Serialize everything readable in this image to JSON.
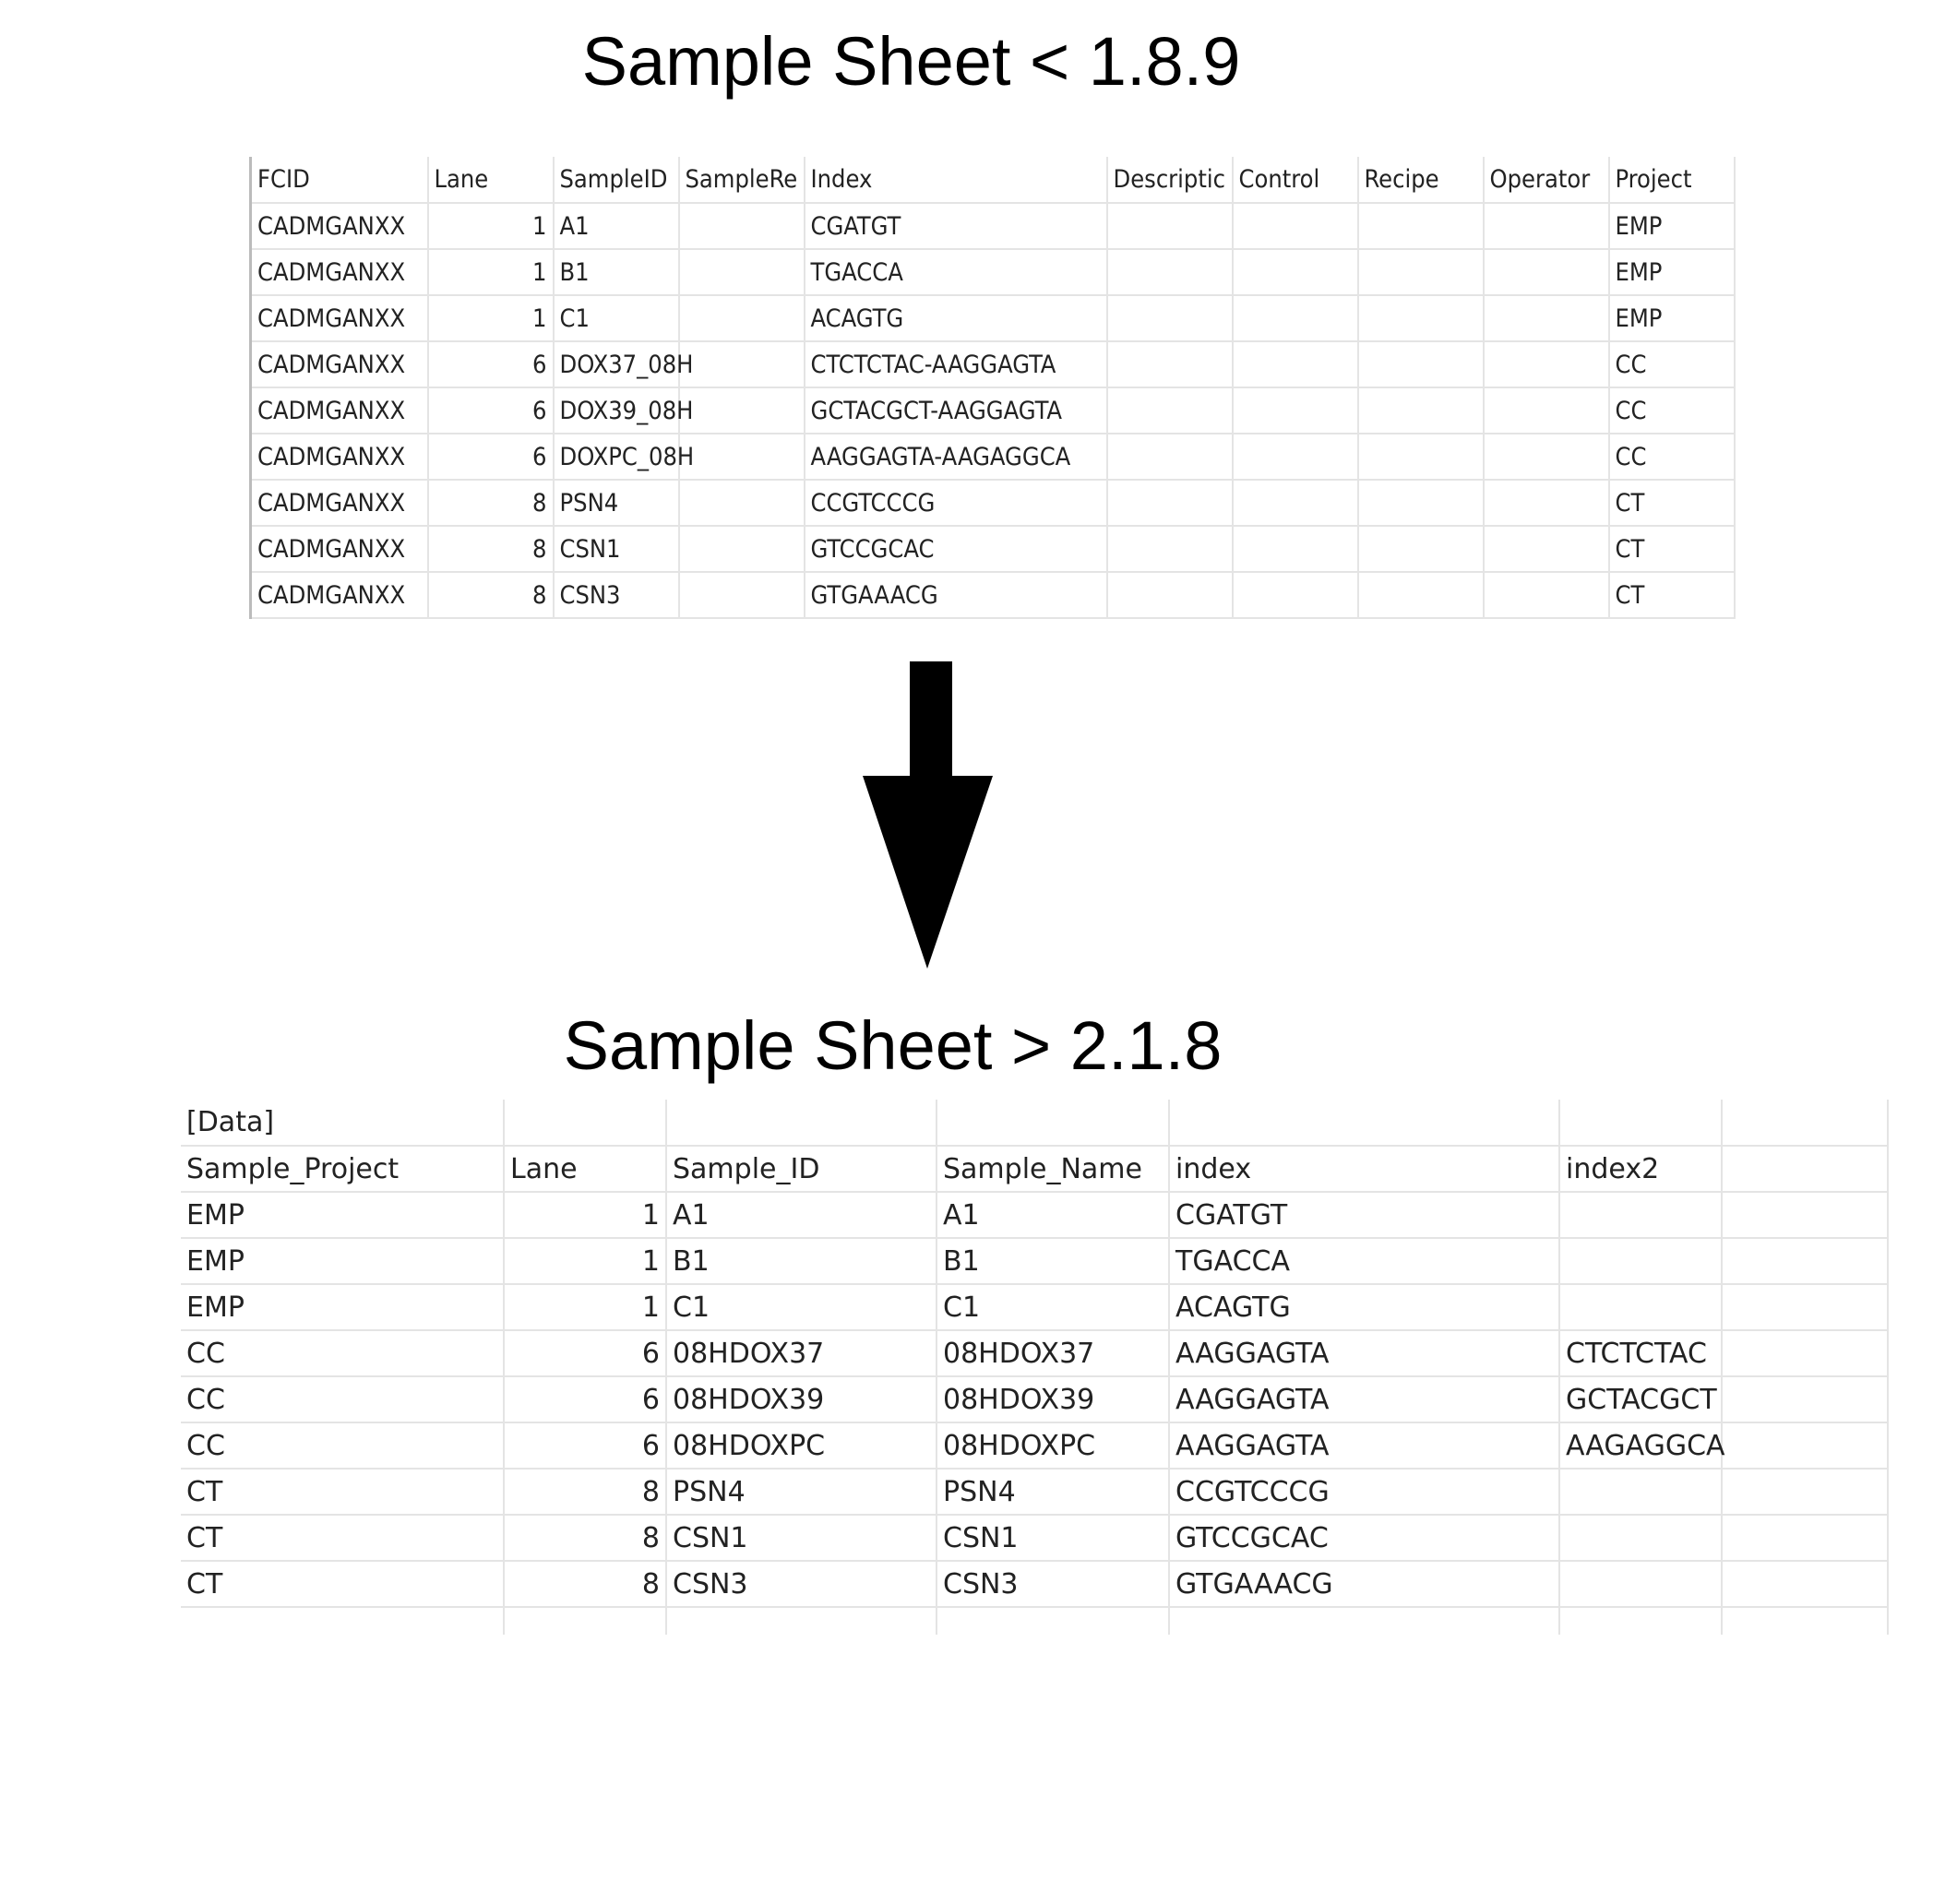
{
  "titles": {
    "top": "Sample Sheet < 1.8.9",
    "bottom": "Sample Sheet > 2.1.8"
  },
  "old_sheet": {
    "headers": [
      "FCID",
      "Lane",
      "SampleID",
      "SampleRe",
      "Index",
      "Descriptic",
      "Control",
      "Recipe",
      "Operator",
      "Project"
    ],
    "rows": [
      [
        "CADMGANXX",
        "1",
        "A1",
        "",
        "CGATGT",
        "",
        "",
        "",
        "",
        "EMP"
      ],
      [
        "CADMGANXX",
        "1",
        "B1",
        "",
        "TGACCA",
        "",
        "",
        "",
        "",
        "EMP"
      ],
      [
        "CADMGANXX",
        "1",
        "C1",
        "",
        "ACAGTG",
        "",
        "",
        "",
        "",
        "EMP"
      ],
      [
        "CADMGANXX",
        "6",
        "DOX37_08H",
        "",
        "CTCTCTAC-AAGGAGTA",
        "",
        "",
        "",
        "",
        "CC"
      ],
      [
        "CADMGANXX",
        "6",
        "DOX39_08H",
        "",
        "GCTACGCT-AAGGAGTA",
        "",
        "",
        "",
        "",
        "CC"
      ],
      [
        "CADMGANXX",
        "6",
        "DOXPC_08H",
        "",
        "AAGGAGTA-AAGAGGCA",
        "",
        "",
        "",
        "",
        "CC"
      ],
      [
        "CADMGANXX",
        "8",
        "PSN4",
        "",
        "CCGTCCCG",
        "",
        "",
        "",
        "",
        "CT"
      ],
      [
        "CADMGANXX",
        "8",
        "CSN1",
        "",
        "GTCCGCAC",
        "",
        "",
        "",
        "",
        "CT"
      ],
      [
        "CADMGANXX",
        "8",
        "CSN3",
        "",
        "GTGAAACG",
        "",
        "",
        "",
        "",
        "CT"
      ]
    ]
  },
  "new_sheet": {
    "section": "[Data]",
    "headers": [
      "Sample_Project",
      "Lane",
      "Sample_ID",
      "Sample_Name",
      "index",
      "index2",
      ""
    ],
    "rows": [
      [
        "EMP",
        "1",
        "A1",
        "A1",
        "CGATGT",
        "",
        ""
      ],
      [
        "EMP",
        "1",
        "B1",
        "B1",
        "TGACCA",
        "",
        ""
      ],
      [
        "EMP",
        "1",
        "C1",
        "C1",
        "ACAGTG",
        "",
        ""
      ],
      [
        "CC",
        "6",
        "08HDOX37",
        "08HDOX37",
        "AAGGAGTA",
        "CTCTCTAC",
        ""
      ],
      [
        "CC",
        "6",
        "08HDOX39",
        "08HDOX39",
        "AAGGAGTA",
        "GCTACGCT",
        ""
      ],
      [
        "CC",
        "6",
        "08HDOXPC",
        "08HDOXPC",
        "AAGGAGTA",
        "AAGAGGCA",
        ""
      ],
      [
        "CT",
        "8",
        "PSN4",
        "PSN4",
        "CCGTCCCG",
        "",
        ""
      ],
      [
        "CT",
        "8",
        "CSN1",
        "CSN1",
        "GTCCGCAC",
        "",
        ""
      ],
      [
        "CT",
        "8",
        "CSN3",
        "CSN3",
        "GTGAAACG",
        "",
        ""
      ]
    ]
  },
  "arrow": {
    "icon": "down-arrow-icon",
    "color": "#000000"
  }
}
